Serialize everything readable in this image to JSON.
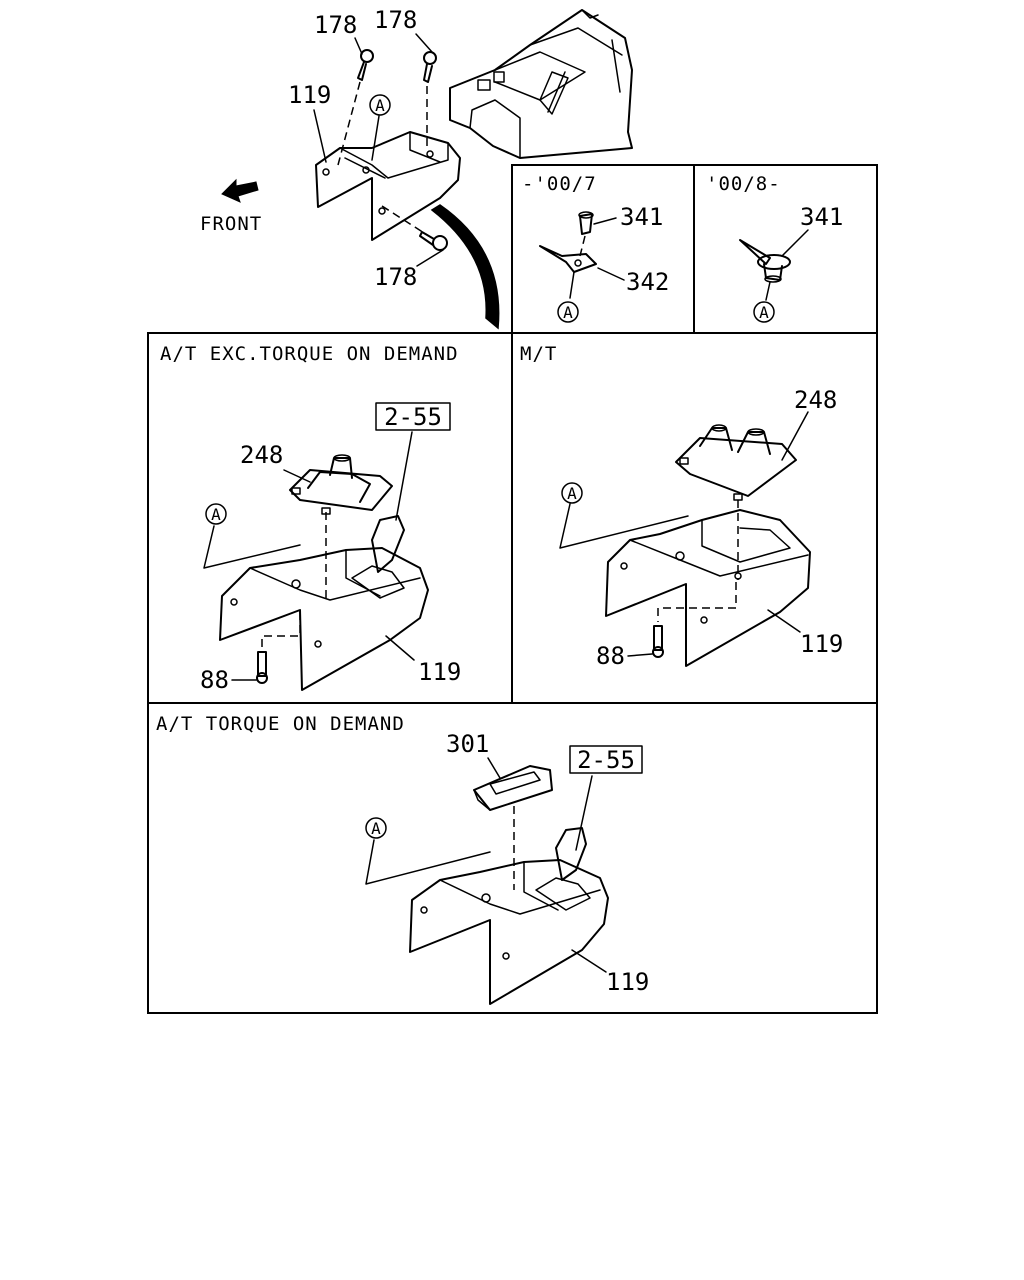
{
  "top": {
    "labels": {
      "p178a": "178",
      "p178b": "178",
      "p119": "119",
      "p178c": "178",
      "ref": "A"
    },
    "front": "FRONT"
  },
  "variant_early": {
    "title": "-'00/7",
    "p341": "341",
    "p342": "342",
    "ref": "A"
  },
  "variant_late": {
    "title": "'00/8-",
    "p341": "341",
    "ref": "A"
  },
  "panel_at_exc": {
    "title": "A/T EXC.TORQUE ON DEMAND",
    "ref_box": "2-55",
    "p248": "248",
    "p88": "88",
    "p119": "119",
    "ref": "A"
  },
  "panel_mt": {
    "title": "M/T",
    "p248": "248",
    "p88": "88",
    "p119": "119",
    "ref": "A"
  },
  "panel_at_tod": {
    "title": "A/T TORQUE ON DEMAND",
    "p301": "301",
    "ref_box": "2-55",
    "p119": "119",
    "ref": "A"
  }
}
